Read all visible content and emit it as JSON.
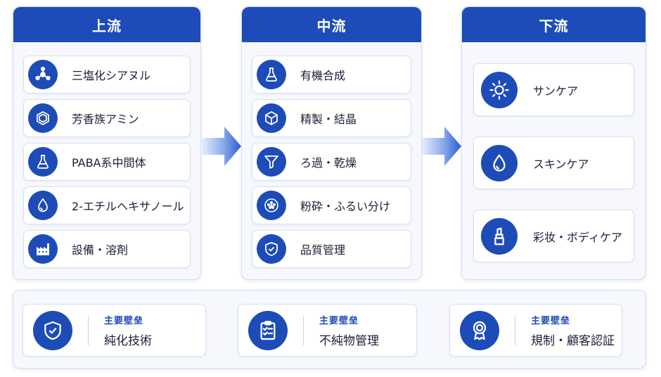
{
  "upstream": {
    "title": "上流",
    "items": [
      {
        "label": "三塩化シアヌル",
        "icon": "molecule-icon"
      },
      {
        "label": "芳香族アミン",
        "icon": "hexagon-ring-icon"
      },
      {
        "label": "PABA系中間体",
        "icon": "flask-icon"
      },
      {
        "label": "2-エチルヘキサノール",
        "icon": "droplet-icon"
      },
      {
        "label": "設備・溶剤",
        "icon": "factory-icon"
      }
    ]
  },
  "midstream": {
    "title": "中流",
    "items": [
      {
        "label": "有機合成",
        "icon": "flask-icon"
      },
      {
        "label": "精製・結晶",
        "icon": "crystal-cube-icon"
      },
      {
        "label": "ろ過・乾燥",
        "icon": "funnel-icon"
      },
      {
        "label": "粉砕・ふるい分け",
        "icon": "sieve-icon"
      },
      {
        "label": "品質管理",
        "icon": "shield-check-icon"
      }
    ]
  },
  "downstream": {
    "title": "下流",
    "items": [
      {
        "label": "サンケア",
        "icon": "sun-icon"
      },
      {
        "label": "スキンケア",
        "icon": "droplet-icon"
      },
      {
        "label": "彩妆・ボディケア",
        "icon": "lipstick-icon"
      }
    ]
  },
  "barriers": [
    {
      "kicker": "主要壁垒",
      "title": "純化技術",
      "icon": "shield-check-icon"
    },
    {
      "kicker": "主要壁垒",
      "title": "不純物管理",
      "icon": "clipboard-check-icon"
    },
    {
      "kicker": "主要壁垒",
      "title": "規制・顧客認証",
      "icon": "award-ribbon-icon"
    }
  ],
  "colors": {
    "primary": "#1d4cb8",
    "panel_bg": "#f6f8fd",
    "arrow_light": "#c9d8f6"
  }
}
